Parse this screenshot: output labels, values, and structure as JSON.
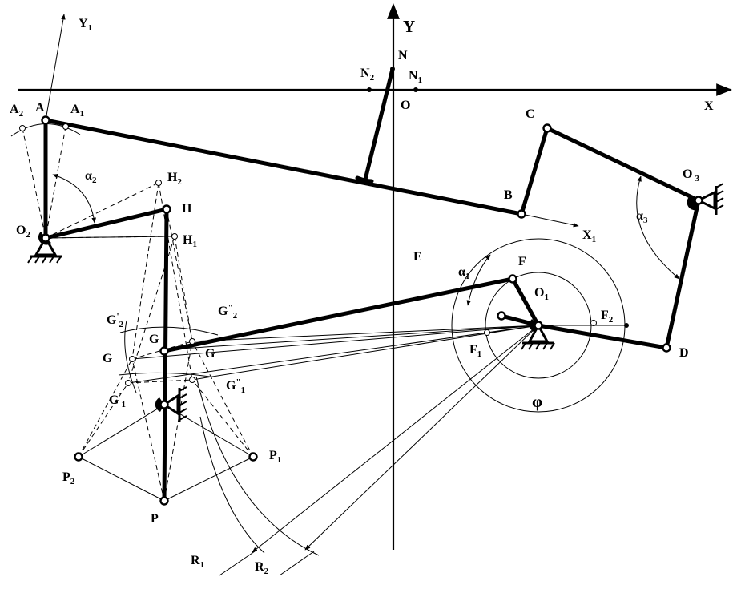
{
  "axes": {
    "x": "X",
    "y": "Y",
    "x1": "X",
    "x1_sub": "1",
    "y1": "Y",
    "y1_sub": "1"
  },
  "labels": {
    "N": "N",
    "N2": "N",
    "N2_sub": "2",
    "N1": "N",
    "N1_sub": "1",
    "O": "O",
    "A": "A",
    "A2": "A",
    "A2_sub": "2",
    "A1": "A",
    "A1_sub": "1",
    "C": "C",
    "B": "B",
    "O3": "O",
    "O3_sub": "3",
    "alpha3": "α",
    "alpha3_sub": "3",
    "alpha2": "α",
    "alpha2_sub": "2",
    "H2": "H",
    "H2_sub": "2",
    "H": "H",
    "H1": "H",
    "H1_sub": "1",
    "O2": "O",
    "O2_sub": "2",
    "E": "E",
    "F": "F",
    "alpha1": "α",
    "alpha1_sub": "1",
    "O1": "O",
    "O1_sub": "1",
    "F2": "F",
    "F2_sub": "2",
    "F1": "F",
    "F1_sub": "1",
    "D": "D",
    "phi": "φ",
    "G2p": "G",
    "G2p_sup": "'",
    "G2p_sub": "2",
    "G2pp": "G",
    "G2pp_sup": "\"",
    "G2pp_sub": "2",
    "G_mid": "G",
    "G_left": "G",
    "G_right": "G",
    "G1p": "G",
    "G1p_sup": "'",
    "G1p_sub": "1",
    "G1pp": "G",
    "G1pp_sup": "\"",
    "G1pp_sub": "1",
    "P1": "P",
    "P1_sub": "1",
    "P2": "P",
    "P2_sub": "2",
    "P": "P",
    "R1": "R",
    "R1_sub": "1",
    "R2": "R",
    "R2_sub": "2"
  }
}
